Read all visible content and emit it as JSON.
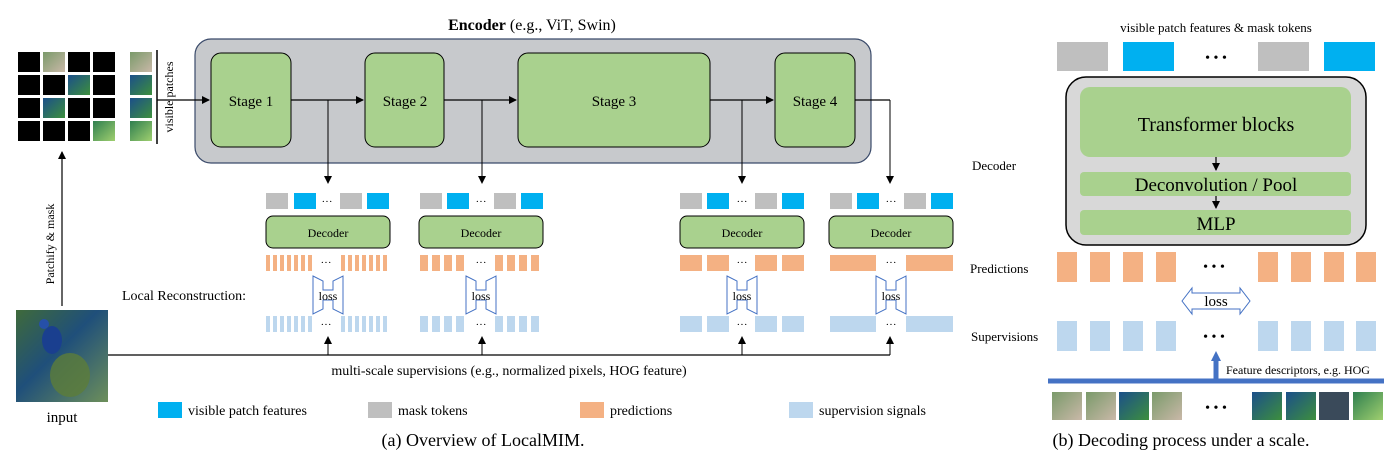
{
  "left_panel": {
    "encoder_title_bold": "Encoder",
    "encoder_title_rest": " (e.g., ViT, Swin)",
    "stages": [
      "Stage 1",
      "Stage 2",
      "Stage 3",
      "Stage 4"
    ],
    "visible_patches_label": "visible patches",
    "patchify_label": "Patchify & mask",
    "input_label": "input",
    "decoder_label": "Decoder",
    "ellipsis": "···",
    "loss_label": "loss",
    "local_reconstruction_label": "Local Reconstruction:",
    "supervision_caption": "multi-scale supervisions (e.g., normalized pixels, HOG feature)",
    "legend": {
      "visible": "visible patch features",
      "mask": "mask tokens",
      "predictions": "predictions",
      "supervision": "supervision signals"
    },
    "caption": "(a) Overview of LocalMIM."
  },
  "right_panel": {
    "top_label": "visible patch features & mask tokens",
    "ellipsis": "• • •",
    "transformer_label": "Transformer blocks",
    "deconv_label": "Deconvolution / Pool",
    "mlp_label": "MLP",
    "decoder_side_label": "Decoder",
    "predictions_side_label": "Predictions",
    "supervisions_side_label": "Supervisions",
    "loss_label": "loss",
    "feature_label": "Feature descriptors, e.g. HOG",
    "caption": "(b) Decoding process under a scale."
  },
  "colors": {
    "visible": "#00b0f0",
    "mask": "#bfbfbf",
    "prediction": "#f4b183",
    "supervision": "#bdd7ee",
    "stage_fill": "#a9d18e",
    "encoder_fill": "#c7c9cc",
    "arrow_blue": "#4472c4"
  }
}
